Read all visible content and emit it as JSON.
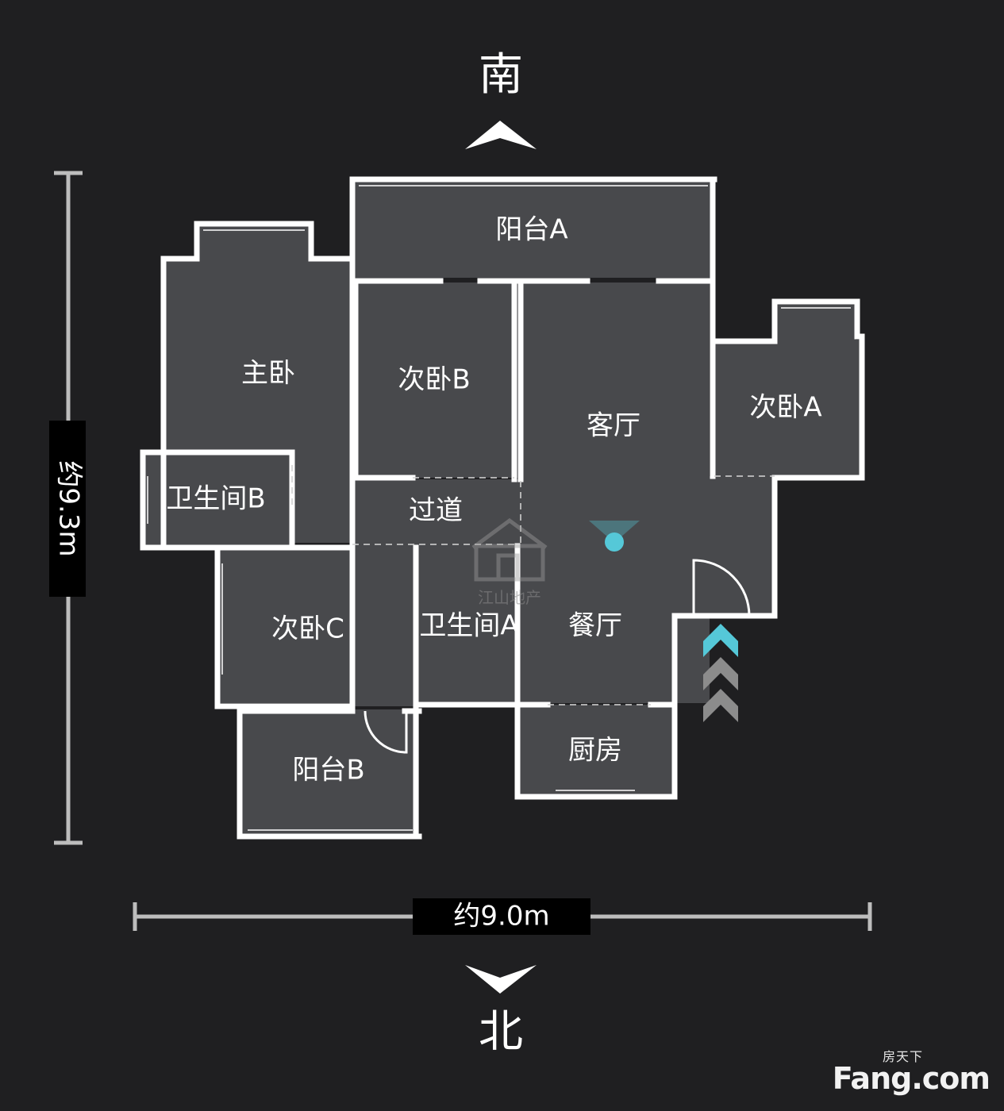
{
  "compass": {
    "top": "南",
    "bottom": "北"
  },
  "dimensions": {
    "height": "约9.3m",
    "width": "约9.0m"
  },
  "rooms": {
    "balcony_a": "阳台A",
    "master_bedroom": "主卧",
    "bedroom_b": "次卧B",
    "living_room": "客厅",
    "bedroom_a": "次卧A",
    "bathroom_b": "卫生间B",
    "hallway": "过道",
    "bedroom_c": "次卧C",
    "bathroom_a": "卫生间A",
    "dining_room": "餐厅",
    "kitchen": "厨房",
    "balcony_b": "阳台B"
  },
  "watermark": {
    "text": "江山地产"
  },
  "brand": {
    "top": "房天下",
    "main": "Fang.com"
  },
  "colors": {
    "background": "#1f1f21",
    "floor": "#48494c",
    "wall": "#ffffff",
    "accent": "#55c8d8",
    "chevron_gray": "#8c8c8c"
  },
  "icons": [
    "north-arrow-icon",
    "south-arrow-icon",
    "location-marker-icon",
    "entrance-chevrons-icon",
    "house-watermark-icon"
  ]
}
